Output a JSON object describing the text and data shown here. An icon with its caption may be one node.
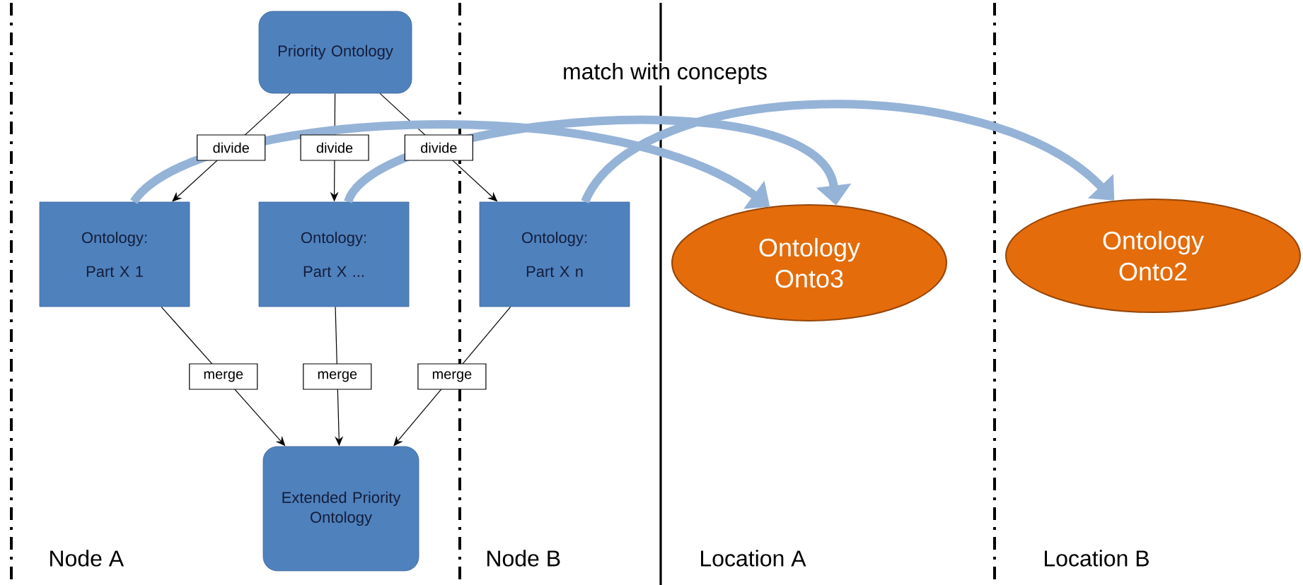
{
  "diagram": {
    "nodes": [
      {
        "text": [
          "Priority Ontology"
        ]
      },
      {
        "text": [
          "Ontology:",
          "Part X 1"
        ]
      },
      {
        "text": [
          "Ontology:",
          "Part X ..."
        ]
      },
      {
        "text": [
          "Ontology:",
          "Part X n"
        ]
      },
      {
        "text": [
          "Ontology Onto3"
        ]
      },
      {
        "text": [
          "Ontology Onto2"
        ]
      },
      {
        "text": [
          "Extended Priority Ontology"
        ]
      }
    ],
    "edges": [
      {
        "from": 0,
        "to": 1,
        "arrow": "to",
        "label": "divide"
      },
      {
        "from": 0,
        "to": 2,
        "arrow": "to",
        "label": "divide"
      },
      {
        "from": 0,
        "to": 3,
        "arrow": "to",
        "label": "divide"
      },
      {
        "from": 1,
        "to": 6,
        "arrow": "to",
        "label": "merge"
      },
      {
        "from": 2,
        "to": 6,
        "arrow": "to",
        "label": "merge"
      },
      {
        "from": 3,
        "to": 6,
        "arrow": "to",
        "label": "merge"
      },
      {
        "from": 1,
        "to": 4,
        "arrow": "to",
        "style": "thick",
        "color": "#95b3d7"
      },
      {
        "from": 2,
        "to": 4,
        "arrow": "to",
        "style": "thick",
        "color": "#95b3d7"
      },
      {
        "from": 3,
        "to": 5,
        "arrow": "to",
        "style": "thick",
        "color": "#95b3d7"
      }
    ],
    "labels": [
      "match with concepts",
      "Node A",
      "Node B",
      "Location A",
      "Location B"
    ]
  }
}
